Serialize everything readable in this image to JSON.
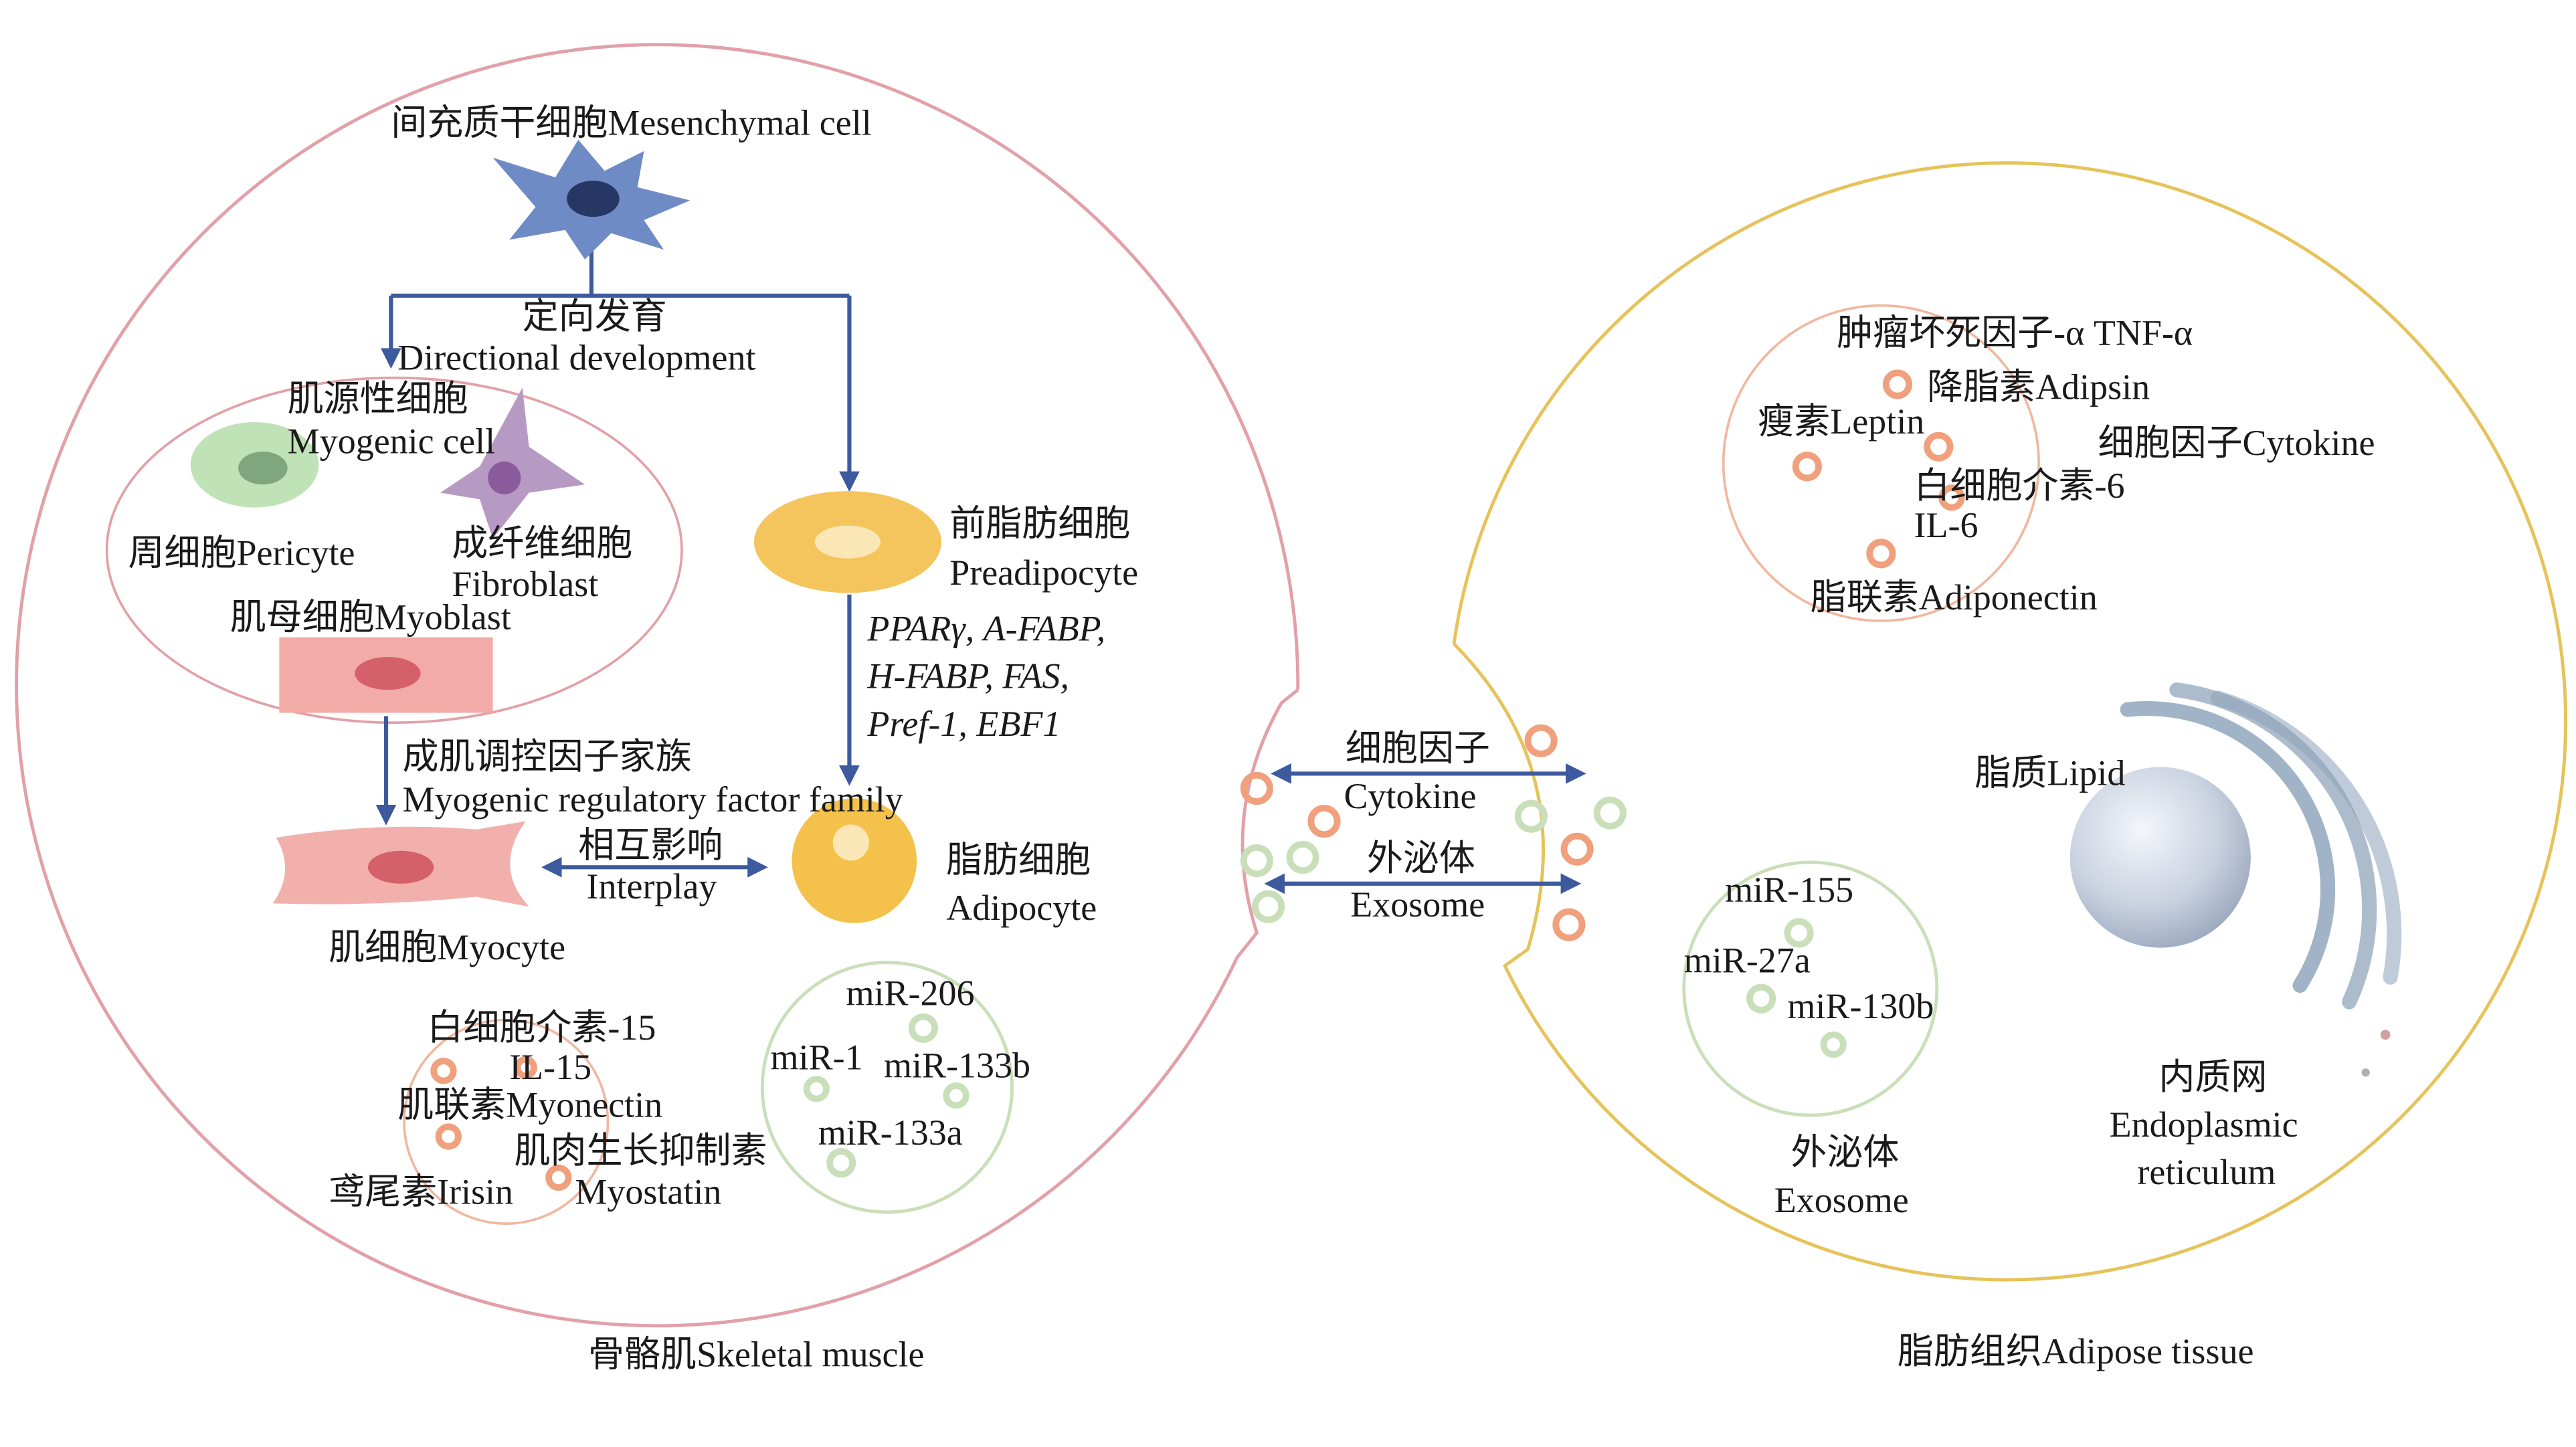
{
  "skeletal": {
    "mesenchymal": "间充质干细胞Mesenchymal cell",
    "directional_cn": "定向发育",
    "directional_en": "Directional development",
    "myogenic_cn": "肌源性细胞",
    "myogenic_en": "Myogenic cell",
    "pericyte": "周细胞Pericyte",
    "fibroblast_cn": "成纤维细胞",
    "fibroblast_en": "Fibroblast",
    "myoblast": "肌母细胞Myoblast",
    "preadipocyte_cn": "前脂肪细胞",
    "preadipocyte_en": "Preadipocyte",
    "genes": [
      "PPARγ, A-FABP,",
      "H-FABP, FAS,",
      "Pref-1, EBF1"
    ],
    "mrf_cn": "成肌调控因子家族",
    "mrf_en": "Myogenic regulatory factor family",
    "interplay_cn": "相互影响",
    "interplay_en": "Interplay",
    "adipocyte_cn": "脂肪细胞",
    "adipocyte_en": "Adipocyte",
    "myocyte": "肌细胞Myocyte",
    "il15_cn": "白细胞介素-15",
    "il15_en": "IL-15",
    "myonectin": "肌联素Myonectin",
    "myostatin_cn": "肌肉生长抑制素",
    "myostatin_en": "Myostatin",
    "irisin": "鸢尾素Irisin",
    "mirs": [
      "miR-206",
      "miR-1",
      "miR-133b",
      "miR-133a"
    ],
    "title": "骨骼肌Skeletal muscle"
  },
  "crosstalk": {
    "cytokine_cn": "细胞因子",
    "cytokine_en": "Cytokine",
    "exosome_cn": "外泌体",
    "exosome_en": "Exosome"
  },
  "adipose": {
    "tnf": "肿瘤坏死因子-α TNF-α",
    "adipsin": "降脂素Adipsin",
    "leptin": "瘦素Leptin",
    "cytokine": "细胞因子Cytokine",
    "il6_cn": "白细胞介素-6",
    "il6_en": "IL-6",
    "adiponectin": "脂联素Adiponectin",
    "lipid": "脂质Lipid",
    "mirs": [
      "miR-155",
      "miR-27a",
      "miR-130b"
    ],
    "exosome_cn": "外泌体",
    "exosome_en": "Exosome",
    "er_cn": "内质网",
    "er_en1": "Endoplasmic",
    "er_en2": "reticulum",
    "title": "脂肪组织Adipose tissue"
  },
  "colors": {
    "muscle_border": "#e2a0a8",
    "adipose_border": "#e6c35a",
    "arrow": "#3d5a9e",
    "cytokine_vesicle": "#f0a07c",
    "exosome_vesicle": "#c9dfb9"
  }
}
